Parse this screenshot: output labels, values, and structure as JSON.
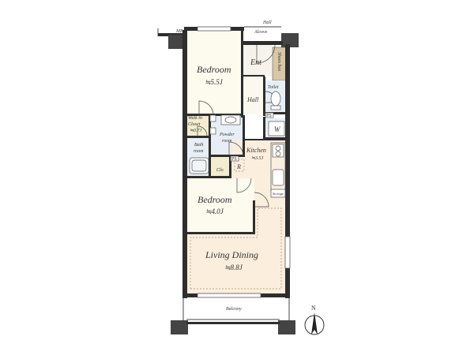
{
  "labels": {
    "hall_top": "Hall",
    "alcove": "Alcove",
    "mb": "MB",
    "ent": "Ent",
    "shoes_box": "Shoes box",
    "bedroom1": "Bedroom",
    "bedroom1_size": "≒5.5J",
    "toilet": "Toilet",
    "hall": "Hall",
    "walk_in_closet": [
      "Walk in",
      "Closet",
      "≒0.7J"
    ],
    "ps": "PS",
    "w": "W",
    "powder_room": [
      "Powder",
      "room"
    ],
    "bath_room": [
      "Bath",
      "room"
    ],
    "kitchen": "Kitchen",
    "kitchen_size": "≒3.5J",
    "ps2": "PS",
    "r": "R",
    "clo": "Clo",
    "storage": "Storage",
    "bedroom2": "Bedroom",
    "bedroom2_size": "≒4.0J",
    "living_dining": "Living Dining",
    "living_dining_size": "≒8.8J",
    "balcony": "Balcony",
    "north": "N"
  },
  "colors": {
    "wall": "#2e2e2e",
    "bedroom_floor": "#fdfaee",
    "living_floor": "#fbeedd",
    "wet_area": "#e7eef6",
    "walkin_floor": "#f3eccf",
    "shoes_box": "#d8c8a4"
  }
}
